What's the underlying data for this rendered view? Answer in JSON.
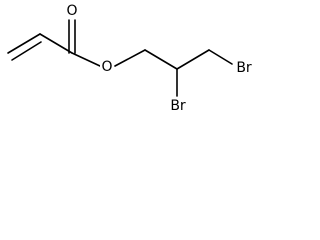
{
  "molecule": {
    "atoms": {
      "carbonyl_oxygen": "O",
      "ester_oxygen": "O",
      "bromine_2": "Br",
      "bromine_3": "Br"
    }
  },
  "colors": {
    "bond": "#000000",
    "label": "#000000",
    "background": "#ffffff"
  }
}
